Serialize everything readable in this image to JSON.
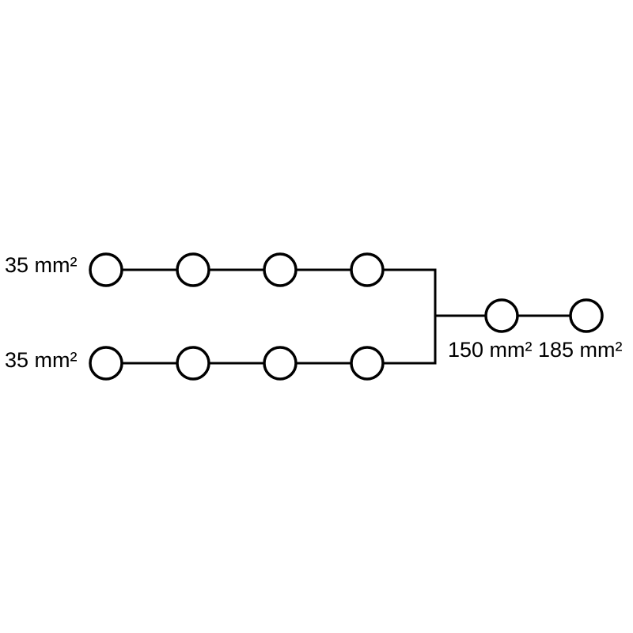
{
  "diagram": {
    "branch_top": {
      "label": "35 mm²"
    },
    "branch_bottom": {
      "label": "35 mm²"
    },
    "main_line": {
      "label_1": "150 mm²",
      "label_2": "185 mm²"
    }
  },
  "colors": {
    "line": "#000000",
    "background": "#ffffff"
  }
}
